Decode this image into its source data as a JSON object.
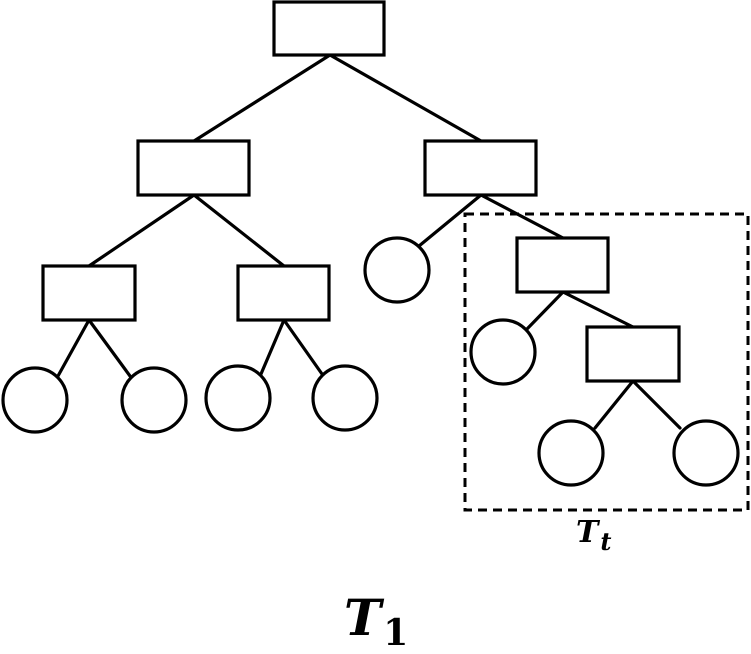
{
  "diagram": {
    "type": "binary-tree",
    "main_tree_label": {
      "symbol": "T",
      "subscript": "1"
    },
    "subtree_label": {
      "symbol": "T",
      "subscript": "t"
    },
    "node_kinds": [
      "internal-rectangle",
      "leaf-circle"
    ],
    "stroke_color": "#000000",
    "background_color": "#ffffff"
  }
}
